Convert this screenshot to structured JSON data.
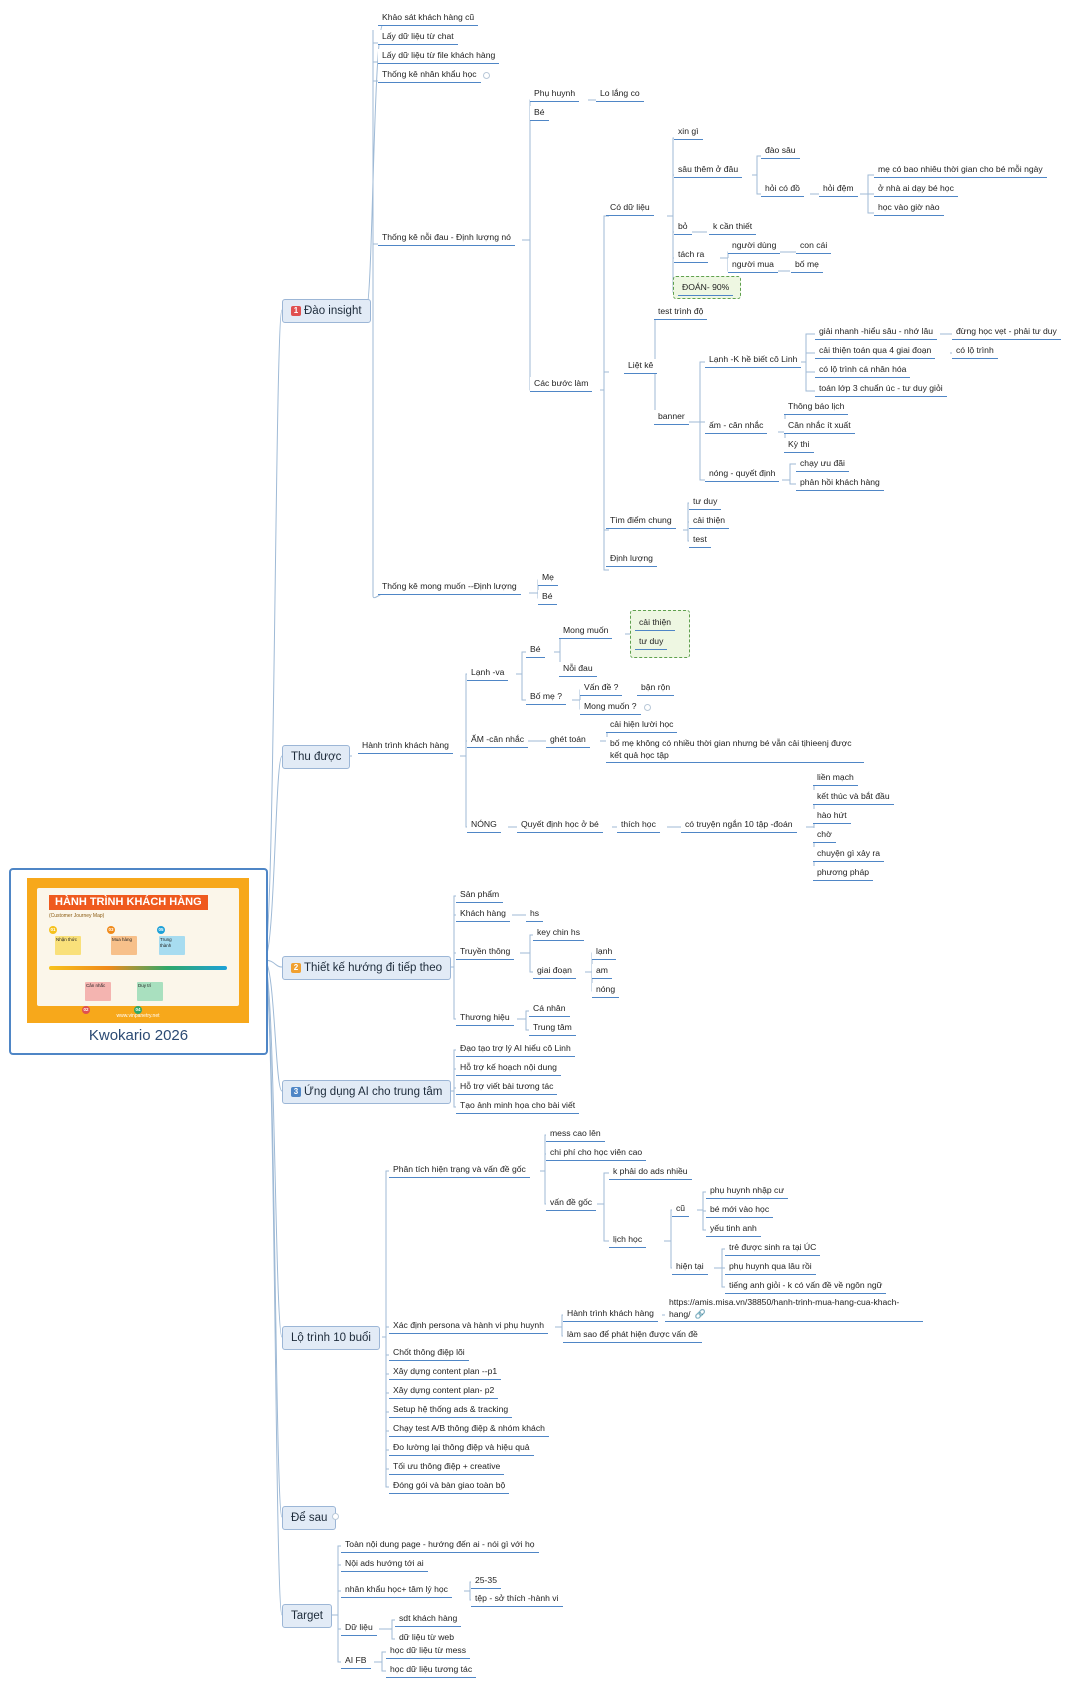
{
  "colors": {
    "line": "#9fbad6",
    "underline": "#4f86c6",
    "main_fill": "#e2ebf6",
    "badge_red": "#e05050",
    "badge_orange": "#f0a030",
    "badge_blue": "#4f86c6",
    "callout_fill": "#eef7e2"
  },
  "central": {
    "caption": "Kwokario 2026",
    "thumb_title": "HÀNH TRÌNH KHÁCH HÀNG",
    "thumb_subtitle": "(Customer Journey Map)",
    "thumb_cards": [
      "Nhận thức",
      "Mua hàng",
      "Trung thành",
      "Cân nhắc",
      "Duy trì"
    ],
    "thumb_numbers": [
      "01",
      "02",
      "03",
      "04",
      "05"
    ],
    "thumb_site": "www.vinpanetry.net"
  },
  "branches": {
    "insight": {
      "badge": "1",
      "label": "Đào insight",
      "k1": "Khảo sát khách hàng cũ",
      "k2": "Lấy dữ liệu từ chat",
      "k3": "Lấy dữ liệu từ file khách hàng",
      "k4": "Thống kê nhân khẩu học",
      "pain": "Thống kê nỗi đau - Định lượng nó",
      "ph": "Phụ huynh",
      "lolang": "Lo lắng co",
      "be": "Bé",
      "cobuoc": "Các bước làm",
      "codl": "Có dữ liệu",
      "xingi": "xin gì",
      "sauthem": "sâu thêm ở đâu",
      "daosau": "đào sâu",
      "hoicodo": "hỏi có đồ",
      "hoidem": "hỏi đệm",
      "hd1": "mẹ có bao nhiêu thời gian cho bé mỗi ngày",
      "hd2": "ở nhà ai dạy bé học",
      "hd3": "học vào giờ nào",
      "bo": "bỏ",
      "kcan": "k cần thiết",
      "tachra": "tách ra",
      "nguoidung": "người dùng",
      "concai": "con cái",
      "nguoimua": "người mua",
      "bome": "bố mẹ",
      "doan": "ĐOÁN- 90%",
      "lietke": "Liệt kê",
      "testtrinh": "test trình độ",
      "banner": "banner",
      "lanhk": "Lạnh -K hề biết cô Linh",
      "gn": "giải nhanh -hiểu sâu - nhớ lâu",
      "dunghoc": "đừng học vẹt - phải tư duy",
      "caithien4": "cải thiện toán qua 4 giai đoạn",
      "colotrinh": "có lộ trình",
      "colotrinhca": "có lộ trình cá nhân hóa",
      "toanlop3": "toán lớp 3 chuẩn úc - tư duy giỏi",
      "amcan": "ấm - cân nhắc",
      "tbl": "Thông báo lịch",
      "cnx": "Cân nhắc ít xuất",
      "kythi": "Kỳ thi",
      "nongqd": "nóng - quyết định",
      "chayuu": "chạy ưu đãi",
      "phanhoi": "phản hồi khách hàng",
      "timdiem": "Tìm điểm chung",
      "tuduy": "tư duy",
      "caithien": "cải thiện",
      "test": "test",
      "dinhluong": "Định lượng",
      "mongmuon": "Thống kê mong muốn  --Định lượng",
      "me": "Mẹ",
      "be2": "Bé"
    },
    "thuduoc": {
      "label": "Thu được",
      "htkh": "Hành trình khách hàng",
      "lanhva": "Lạnh -va",
      "be": "Bé",
      "mongmuon": "Mong muốn",
      "caithien": "cải thiện",
      "tuduy": "tư duy",
      "noidau": "Nỗi đau",
      "bome": "Bố mẹ ?",
      "vande": "Vấn đề ?",
      "banron": "bận rộn",
      "mongmuon2": "Mong muốn ?",
      "am": "ẤM -cân nhắc",
      "ghettoan": "ghét toán",
      "cailuoi": "cải hiện lười học",
      "bomekhong": "bố mẹ không có nhiều thời gian nhưng bé vẫn cải tịhieenj được kết quả học tập",
      "nong": "NÓNG",
      "quyetdinh": "Quyết định học ở bé",
      "thichhoc": "thích học",
      "cotruyen": "có truyện ngắn 10 tập -đoán",
      "s1": "liền mạch",
      "s2": "kết thúc và bắt đầu",
      "s3": "hào hứt",
      "s4": "chờ",
      "s5": "chuyện gì xảy ra",
      "s6": "phương pháp"
    },
    "thietke": {
      "badge": "2",
      "label": "Thiết kế hướng đi tiếp theo",
      "sanpham": "Sản phẩm",
      "khachhang": "Khách hàng",
      "hs": "hs",
      "truyenthong": "Truyền thông",
      "keychin": "key chin hs",
      "giaidoan": "giai đoạn",
      "lanh": "lạnh",
      "am": "am",
      "nong": "nóng",
      "thuonghieu": "Thương hiệu",
      "canhan": "Cá nhân",
      "trungtam": "Trung tâm"
    },
    "ai": {
      "badge": "3",
      "label": "Ứng dụng AI cho trung tâm",
      "a1": "Đạo tạo  trợ lý AI hiểu cô Linh",
      "a2": "Hỗ trợ kế hoạch nội dung",
      "a3": "Hỗ trợ viết bài tương tác",
      "a4": "Tạo ảnh minh họa cho bài viết"
    },
    "lotrinh": {
      "label": "Lộ trình 10 buổi",
      "phantich": "Phân tích hiện trạng và vấn đề gốc",
      "mess": "mess cao lên",
      "chiphi": "chi phí cho học viên cao",
      "vandegoc": "vấn đề gốc",
      "kphaido": "k phải do ads nhiều",
      "lichhoc": "lịch học",
      "cu": "cũ",
      "c1": "phụ huynh nhập cư",
      "c2": "bé mới vào học",
      "c3": "yếu tinh anh",
      "hientai": "hiện tại",
      "h1": "trẻ được sinh ra tại ÚC",
      "h2": "phụ huynh qua lâu rồi",
      "h3": "tiếng anh giỏi - k có vấn đề về ngôn ngữ",
      "xacdinh": "Xác định persona và hành vi phụ huynh",
      "htkh": "Hành trình khách hàng",
      "url": "https://amis.misa.vn/38850/hanh-trinh-mua-hang-cua-khach-hang/",
      "lamsao": "làm sao để phát hiện được vấn đề",
      "l1": "Chốt thông điệp lõi",
      "l2": "Xây dựng content plan --p1",
      "l3": "Xây dựng content plan- p2",
      "l4": "Setup hệ thống ads & tracking",
      "l5": "Chạy test A/B thông điệp & nhóm khách",
      "l6": "Đo lường lại thông điệp và hiệu quả",
      "l7": "Tối ưu thông điệp + creative",
      "l8": "Đóng gói và bàn giao toàn bộ"
    },
    "desau": {
      "label": "Để sau"
    },
    "target": {
      "label": "Target",
      "t1": "Toàn nội dung page - hướng đến ai - nói gì với họ",
      "t2": "Nội ads hướng tới ai",
      "t3": "nhân khẩu học+ tâm lý học",
      "age": "25-35",
      "tep": "tệp - sở thích -hành vi",
      "dulieu": "Dữ liệu",
      "sdt": "sdt khách hàng",
      "dlweb": "dữ liệu từ web",
      "aifb": "AI FB",
      "hmess": "học dữ liệu từ mess",
      "htt": "học dữ liệu tương tác"
    }
  }
}
